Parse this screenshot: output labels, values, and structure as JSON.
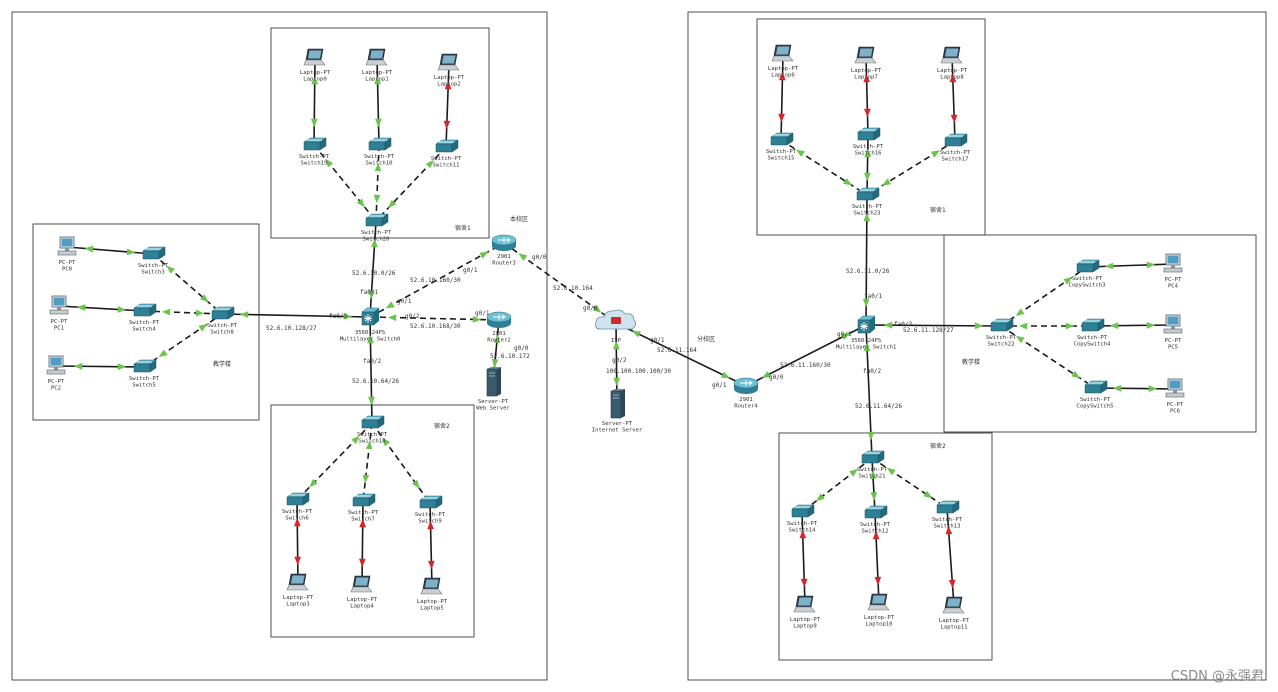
{
  "zones": [
    {
      "key": "z_left_big",
      "label": ""
    },
    {
      "key": "z_dorm1_l",
      "label": "宿舍1"
    },
    {
      "key": "z_teach_l",
      "label": "教学楼"
    },
    {
      "key": "z_dorm2_l",
      "label": "宿舍2"
    },
    {
      "key": "z_right_big",
      "label": ""
    },
    {
      "key": "z_dorm1_r",
      "label": "宿舍1"
    },
    {
      "key": "z_teach_r",
      "label": "教学楼"
    },
    {
      "key": "z_dorm2_r",
      "label": "宿舍2"
    }
  ],
  "region_labels": {
    "main_campus": "本校区",
    "branch_campus": "分校区"
  },
  "devices": {
    "laptop0": {
      "l1": "Laptop-PT",
      "l2": "Laptop0"
    },
    "laptop1": {
      "l1": "Laptop-PT",
      "l2": "Laptop1"
    },
    "laptop2": {
      "l1": "Laptop-PT",
      "l2": "Laptop2"
    },
    "switch19": {
      "l1": "Switch-PT",
      "l2": "Switch19"
    },
    "switch10": {
      "l1": "Switch-PT",
      "l2": "Switch10"
    },
    "switch11": {
      "l1": "Switch-PT",
      "l2": "Switch11"
    },
    "switch20": {
      "l1": "Switch-PT",
      "l2": "Switch20"
    },
    "pc0": {
      "l1": "PC-PT",
      "l2": "PC0"
    },
    "pc1": {
      "l1": "PC-PT",
      "l2": "PC1"
    },
    "pc2": {
      "l1": "PC-PT",
      "l2": "PC2"
    },
    "switch3": {
      "l1": "Switch-PT",
      "l2": "Switch3"
    },
    "switch4": {
      "l1": "Switch-PT",
      "l2": "Switch4"
    },
    "switch5": {
      "l1": "Switch-PT",
      "l2": "Switch5"
    },
    "switch8": {
      "l1": "Switch-PT",
      "l2": "Switch8"
    },
    "msw0": {
      "l1": "3560-24PS",
      "l2": "Multilayer Switch0"
    },
    "router3": {
      "l1": "2901",
      "l2": "Router3"
    },
    "router2": {
      "l1": "2901",
      "l2": "Router2"
    },
    "webserver": {
      "l1": "Server-PT",
      "l2": "Web Server"
    },
    "switch18": {
      "l1": "Switch-PT",
      "l2": "Switch18"
    },
    "switch6": {
      "l1": "Switch-PT",
      "l2": "Switch6"
    },
    "switch7": {
      "l1": "Switch-PT",
      "l2": "Switch7"
    },
    "switch9": {
      "l1": "Switch-PT",
      "l2": "Switch9"
    },
    "laptop3": {
      "l1": "Laptop-PT",
      "l2": "Laptop3"
    },
    "laptop4": {
      "l1": "Laptop-PT",
      "l2": "Laptop4"
    },
    "laptop5": {
      "l1": "Laptop-PT",
      "l2": "Laptop5"
    },
    "isp": {
      "l1": "ISP",
      "l2": ""
    },
    "inetserver": {
      "l1": "Server-PT",
      "l2": "Internet Server"
    },
    "router4": {
      "l1": "2901",
      "l2": "Router4"
    },
    "msw1": {
      "l1": "3560-24PS",
      "l2": "Multilayer Switch1"
    },
    "laptop6": {
      "l1": "Laptop-PT",
      "l2": "Laptop6"
    },
    "laptop7": {
      "l1": "Laptop-PT",
      "l2": "Laptop7"
    },
    "laptop8": {
      "l1": "Laptop-PT",
      "l2": "Laptop8"
    },
    "switch15": {
      "l1": "Switch-PT",
      "l2": "Switch15"
    },
    "switch16": {
      "l1": "Switch-PT",
      "l2": "Switch16"
    },
    "switch17": {
      "l1": "Switch-PT",
      "l2": "Switch17"
    },
    "switch23": {
      "l1": "Switch-PT",
      "l2": "Switch23"
    },
    "copyswitch3": {
      "l1": "Switch-PT",
      "l2": "CopySwitch3"
    },
    "copyswitch4": {
      "l1": "Switch-PT",
      "l2": "CopySwitch4"
    },
    "copyswitch5": {
      "l1": "Switch-PT",
      "l2": "CopySwitch5"
    },
    "switch22": {
      "l1": "Switch-PT",
      "l2": "Switch22"
    },
    "pc4": {
      "l1": "PC-PT",
      "l2": "PC4"
    },
    "pc5": {
      "l1": "PC-PT",
      "l2": "PC5"
    },
    "pc6": {
      "l1": "PC-PT",
      "l2": "PC6"
    },
    "switch21": {
      "l1": "Switch-PT",
      "l2": "Switch21"
    },
    "switch14": {
      "l1": "Switch-PT",
      "l2": "Switch14"
    },
    "switch12": {
      "l1": "Switch-PT",
      "l2": "Switch12"
    },
    "switch13": {
      "l1": "Switch-PT",
      "l2": "Switch13"
    },
    "laptop9": {
      "l1": "Laptop-PT",
      "l2": "Laptop9"
    },
    "laptop10": {
      "l1": "Laptop-PT",
      "l2": "Laptop10"
    },
    "laptop11": {
      "l1": "Laptop-PT",
      "l2": "Laptop11"
    }
  },
  "annotations": [
    {
      "key": "a_s20_msw0",
      "text": "52.6.10.0/26"
    },
    {
      "key": "a_fa01_l",
      "text": "fa0/1"
    },
    {
      "key": "a_r3_net",
      "text": "52.6.10.160/30"
    },
    {
      "key": "a_r3_g01",
      "text": "g0/1"
    },
    {
      "key": "a_msw0_g01",
      "text": "g0/1"
    },
    {
      "key": "a_fa03_l",
      "text": "fa0/3"
    },
    {
      "key": "a_teach_net_l",
      "text": "52.6.10.128/27"
    },
    {
      "key": "a_g02_l",
      "text": "g0/2"
    },
    {
      "key": "a_r2_net",
      "text": "52.6.10.168/30"
    },
    {
      "key": "a_r2_g01",
      "text": "g0/1"
    },
    {
      "key": "a_r2_g00",
      "text": "g0/0"
    },
    {
      "key": "a_web_net",
      "text": "52.6.10.172"
    },
    {
      "key": "a_fa02_l",
      "text": "fa0/2"
    },
    {
      "key": "a_dorm2_net_l",
      "text": "52.6.10.64/26"
    },
    {
      "key": "a_r3_g00",
      "text": "g0/0"
    },
    {
      "key": "a_isp_net_l",
      "text": "52.6.10.164"
    },
    {
      "key": "a_isp_g00",
      "text": "g0/0"
    },
    {
      "key": "a_isp_g01",
      "text": "g0/1"
    },
    {
      "key": "a_isp_net_r",
      "text": "52.6.11.164"
    },
    {
      "key": "a_isp_g02",
      "text": "g0/2"
    },
    {
      "key": "a_inet_net",
      "text": "100.100.100.100/30"
    },
    {
      "key": "a_r4_g01",
      "text": "g0/1"
    },
    {
      "key": "a_r4_g00",
      "text": "g0/0"
    },
    {
      "key": "a_r4_net",
      "text": "52.6.11.160/30"
    },
    {
      "key": "a_msw1_g01",
      "text": "g0/1"
    },
    {
      "key": "a_msw1_fa01",
      "text": "fa0/1"
    },
    {
      "key": "a_dorm1_net_r",
      "text": "52.6.11.0/26"
    },
    {
      "key": "a_msw1_fa03",
      "text": "fa0/3"
    },
    {
      "key": "a_teach_net_r",
      "text": "52.6.11.128/27"
    },
    {
      "key": "a_msw1_fa02",
      "text": "fa0/2"
    },
    {
      "key": "a_dorm2_net_r",
      "text": "52.6.11.64/26"
    }
  ],
  "watermark": "CSDN @永强君",
  "colors": {
    "switch_body": "#2f7f95",
    "switch_top": "#5bb3c8",
    "link_up": "#6ac34a",
    "link_down": "#d6262c",
    "zone_border": "#3c3c3c"
  }
}
